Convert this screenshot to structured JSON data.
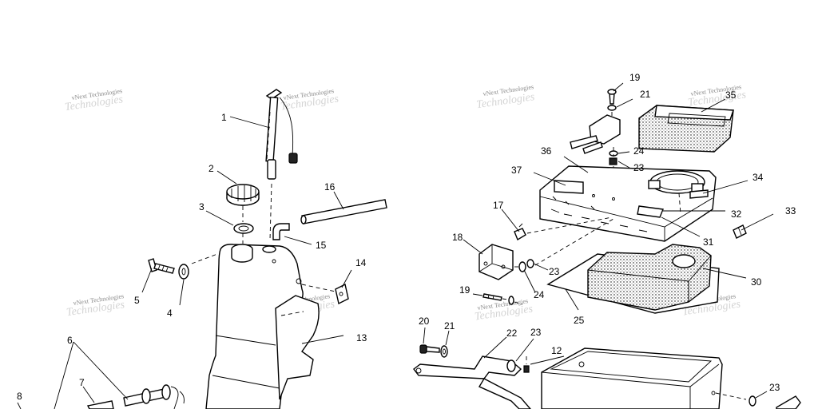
{
  "watermark": "vNext Technologies",
  "callouts": [
    "1",
    "2",
    "3",
    "4",
    "5",
    "6",
    "7",
    "8",
    "12",
    "13",
    "14",
    "15",
    "16",
    "17",
    "18",
    "19",
    "19",
    "20",
    "21",
    "21",
    "22",
    "23",
    "23",
    "23",
    "23",
    "24",
    "24",
    "25",
    "30",
    "31",
    "32",
    "33",
    "34",
    "35",
    "36",
    "37"
  ]
}
